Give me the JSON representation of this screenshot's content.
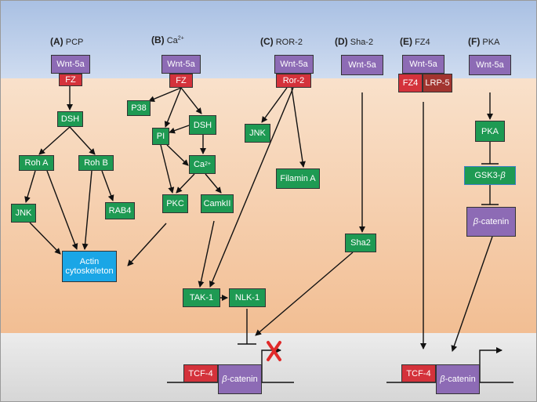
{
  "panels": {
    "A": {
      "letter": "(A)",
      "name": "PCP"
    },
    "B": {
      "letter": "(B)",
      "name": "Ca",
      "sup": "2+"
    },
    "C": {
      "letter": "(C)",
      "name": "ROR-2"
    },
    "D": {
      "letter": "(D)",
      "name": "Sha-2"
    },
    "E": {
      "letter": "(E)",
      "name": "FZ4"
    },
    "F": {
      "letter": "(F)",
      "name": "PKA"
    }
  },
  "nodes": {
    "wnt_a": "Wnt-5a",
    "fz_a": "FZ",
    "dsh_a": "DSH",
    "roh_a": "Roh A",
    "roh_b": "Roh B",
    "jnk_a": "JNK",
    "rab4": "RAB4",
    "actin": "Actin cytoskeleton",
    "wnt_b": "Wnt-5a",
    "fz_b": "FZ",
    "p38": "P38",
    "pi": "PI",
    "dsh_b": "DSH",
    "ca": "Ca",
    "ca_sup": "2+",
    "pkc": "PKC",
    "camkii": "CamkII",
    "wnt_c": "Wnt-5a",
    "ror2": "Ror-2",
    "jnk_c": "JNK",
    "filamin": "Filamin A",
    "tak1": "TAK-1",
    "nlk1": "NLK-1",
    "wnt_d": "Wnt-5a",
    "sha2": "Sha2",
    "wnt_e": "Wnt-5a",
    "fz4": "FZ4",
    "lrp5": "LRP-5",
    "wnt_f": "Wnt-5a",
    "pka": "PKA",
    "gsk3": "GSK3-",
    "gsk3_beta": "β",
    "bcat_f_beta": "β",
    "bcat_f": "-catenin",
    "tcf4_left": "TCF-4",
    "bcat_left_beta": "β",
    "bcat_left": "-catenin",
    "tcf4_right": "TCF-4",
    "bcat_right_beta": "β",
    "bcat_right": "-catenin"
  },
  "colors": {
    "membrane_top": "#a9c0e3",
    "cytoplasm": "#f2be93",
    "nucleus": "#d6d6d6",
    "green": "#1e9a53",
    "red": "#d4323b",
    "purple": "#8d6bb5",
    "blue": "#1aa6e6",
    "block_x": "#e02a2a"
  }
}
